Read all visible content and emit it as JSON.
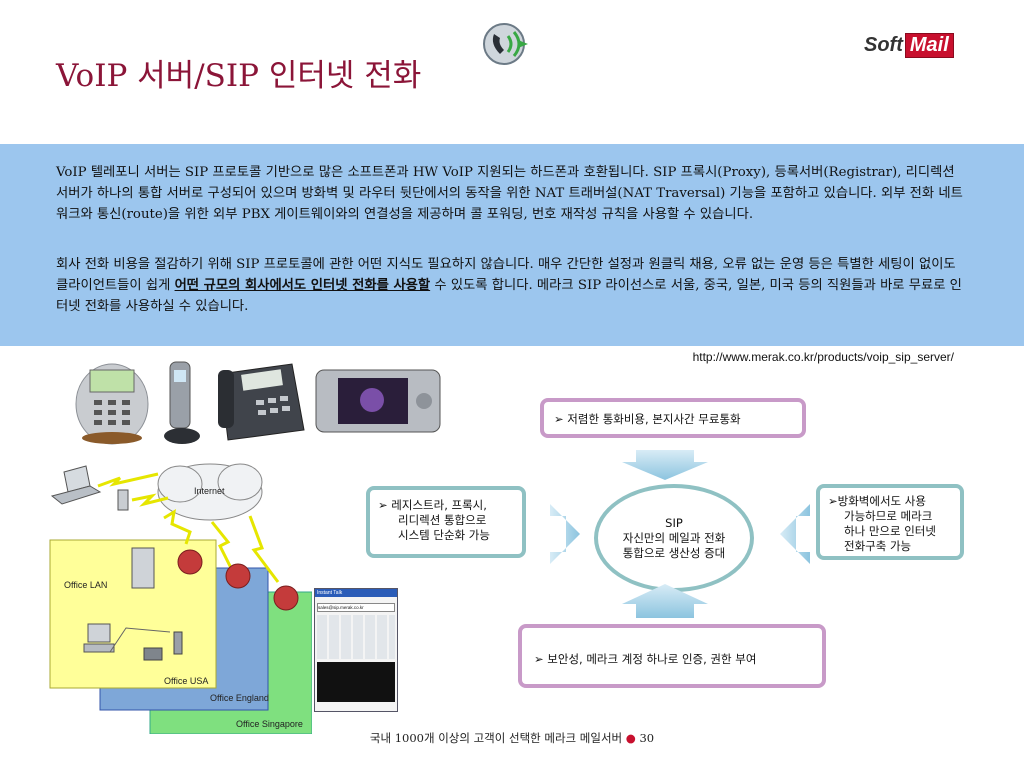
{
  "header": {
    "title": "VoIP 서버/SIP 인터넷 전화",
    "logo_soft": "Soft",
    "logo_mail": "Mail"
  },
  "intro": {
    "p1": "VoIP 텔레포니 서버는 SIP 프로토콜 기반으로 많은 소프트폰과 HW VoIP 지원되는 하드폰과 호환됩니다. SIP 프록시(Proxy), 등록서버(Registrar), 리디렉션 서버가 하나의 통합 서버로 구성되어 있으며 방화벽 및 라우터 뒷단에서의 동작을 위한 NAT 트래버설(NAT Traversal) 기능을 포함하고 있습니다. 외부 전화 네트워크와 통신(route)을 위한 외부 PBX 게이트웨이와의 연결성을 제공하며 콜 포워딩, 번호 재작성 규칙을 사용할 수 있습니다.",
    "p2_before": "회사 전화 비용을 절감하기 위해 SIP 프로토콜에 관한 어떤 지식도 필요하지 않습니다. 매우 간단한 설정과 원클릭 채용, 오류 없는 운영 등은 특별한 세팅이 없이도 클라이언트들이 쉽게 ",
    "p2_emph": "어떤 규모의 회사에서도 인터넷 전화를 사용할",
    "p2_after": " 수 있도록 합니다.  메라크 SIP 라이선스로 서울, 중국, 일본, 미국 등의 직원들과 바로 무료로 인터넷 전화를 사용하실 수 있습니다."
  },
  "url": "http://www.merak.co.kr/products/voip_sip_server/",
  "diagram": {
    "top": "저렴한 통화비용, 본지사간 무료통화",
    "left_lines": [
      "레지스트라, 프록시,",
      "리디렉션 통합으로",
      "시스템 단순화 가능"
    ],
    "right_lines": [
      "방화벽에서도 사용",
      "가능하므로 메라크",
      "하나 만으로 인터넷",
      "전화구축 가능"
    ],
    "bottom": "보안성, 메라크 계정 하나로 인증, 권한 부여",
    "center_lines": [
      "SIP",
      "자신만의 메일과 전화",
      "통합으로 생산성 증대"
    ],
    "bullet": "➢"
  },
  "network": {
    "internet": "Internet",
    "office_lan": "Office LAN",
    "office_usa": "Office USA",
    "office_england": "Office England",
    "office_singapore": "Office Singapore"
  },
  "softphone": {
    "title": "Instant Talk",
    "address": "sales@sip.merak.co.kr"
  },
  "footer": {
    "text": "국내 1000개 이상의 고객이 선택한 메라크 메일서버",
    "dot": "●",
    "page": "30"
  },
  "colors": {
    "title": "#8b1538",
    "band": "#9cc6ee",
    "teal_border": "#8fc1c3",
    "pink_border": "#c89ac8"
  }
}
